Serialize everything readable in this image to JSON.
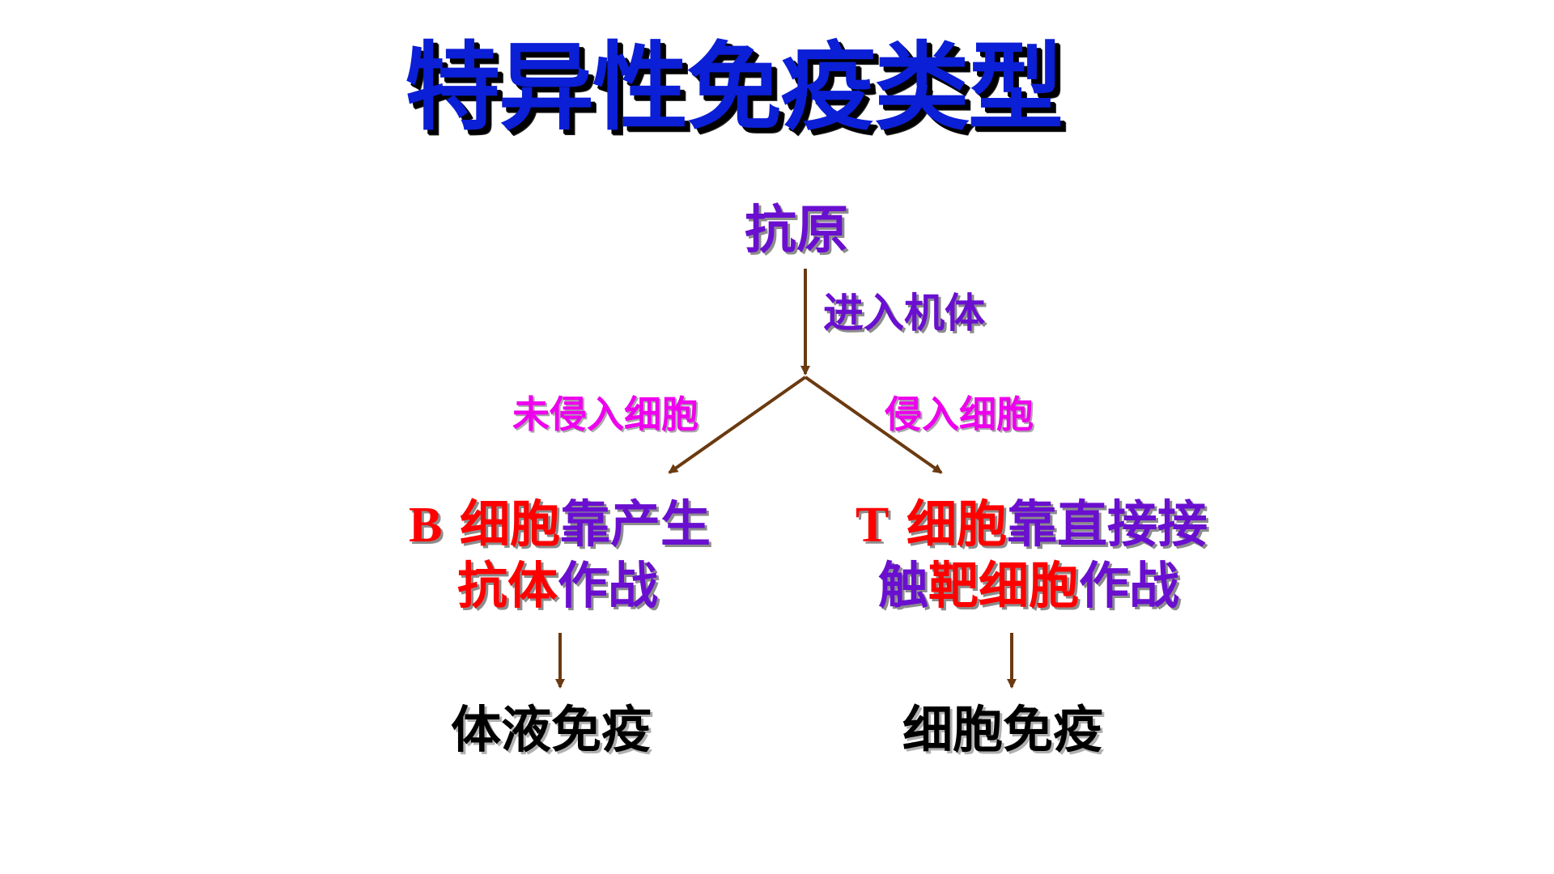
{
  "title": "特异性免疫类型",
  "antigen": "抗原",
  "edge_enter_body": "进入机体",
  "edge_not_invade_cell": "未侵入细胞",
  "edge_invade_cell": "侵入细胞",
  "b_cell": {
    "letter": "B",
    "line1_red": "细胞",
    "line1_purple": "靠产生",
    "line2_red": "抗体",
    "line2_purple": "作战"
  },
  "t_cell": {
    "letter": "T",
    "line1_red": "细胞",
    "line1_purple": "靠直接接",
    "line2_purple_a": "触",
    "line2_red": "靶细胞",
    "line2_purple_b": "作战"
  },
  "humoral_immunity": "体液免疫",
  "cellular_immunity": "细胞免疫",
  "colors": {
    "title": "#0b1fd6",
    "purple_text": "#6a0fd0",
    "red_text": "#ff0000",
    "magenta_text": "#ee00ee",
    "arrow": "#6b3a10"
  }
}
